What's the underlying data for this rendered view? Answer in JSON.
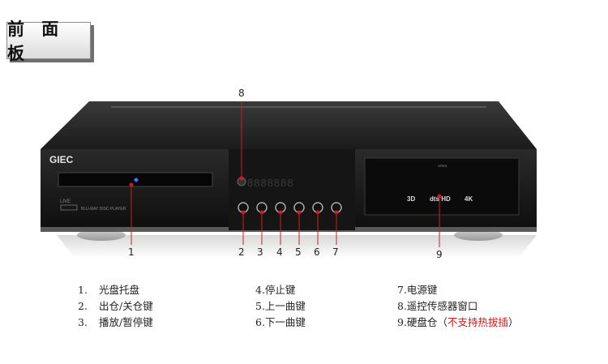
{
  "header": {
    "title": "前 面 板"
  },
  "device": {
    "brand": "GIEC",
    "disc_label": "BLU-RAY DISC PLAYER",
    "display_digits": "8888888",
    "open_label": "OPEN",
    "logo_3d": "3D",
    "logo_dts": "dts HD",
    "logo_4k": "4K"
  },
  "callouts": [
    "1",
    "2",
    "3",
    "4",
    "5",
    "6",
    "7",
    "8",
    "9"
  ],
  "legend": {
    "col1": [
      {
        "num": "1.",
        "text": "光盘托盘"
      },
      {
        "num": "2.",
        "text": "出仓/关仓键"
      },
      {
        "num": "3.",
        "text": "播放/暂停键"
      }
    ],
    "col2": [
      {
        "text": "4.停止键"
      },
      {
        "text": "5.上一曲键"
      },
      {
        "text": "6.下一曲键"
      }
    ],
    "col3": [
      {
        "text": "7.电源键"
      },
      {
        "text": "8.遥控传感器窗口"
      },
      {
        "text": "9.硬盘仓（",
        "red": "不支持热拔插",
        "tail": "）"
      }
    ]
  },
  "colors": {
    "callout_line": "#d21a1a",
    "warning_text": "#d21a1a"
  }
}
